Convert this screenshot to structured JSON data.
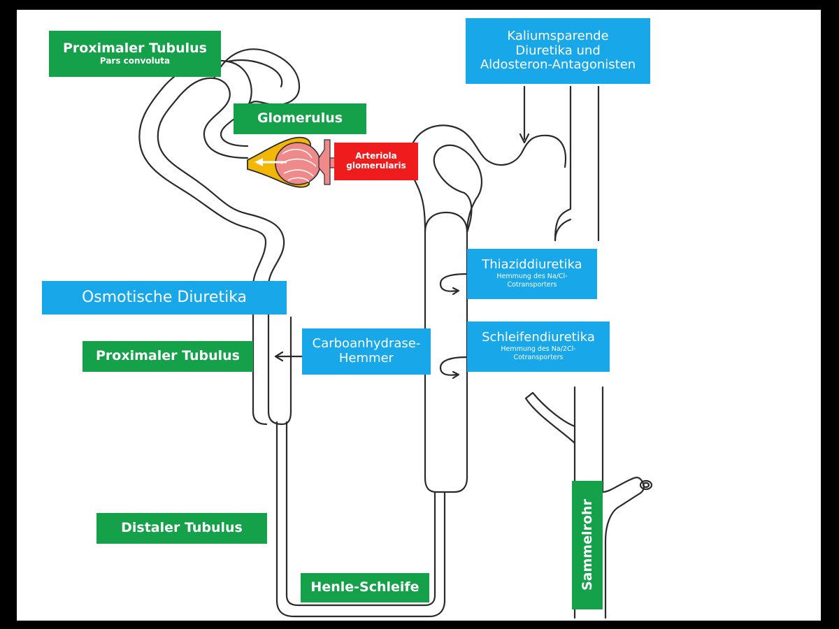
{
  "labels": {
    "proximal_top_title": "Proximaler Tubulus",
    "proximal_top_sub": "Pars convoluta",
    "glomerulus": "Glomerulus",
    "arteriola_line1": "Arteriola",
    "arteriola_line2": "glomerularis",
    "osmotische": "Osmotische Diuretika",
    "proximal_mid": "Proximaler Tubulus",
    "distal": "Distaler Tubulus",
    "henle": "Henle-Schleife",
    "sammelrohr": "Sammelrohr",
    "kalium_line1": "Kaliumsparende",
    "kalium_line2": "Diuretika und",
    "kalium_line3": "Aldosteron-Antagonisten",
    "thiazid_title": "Thiaziddiuretika",
    "thiazid_sub1": "Hemmung des Na/Cl-",
    "thiazid_sub2": "Cotransporters",
    "schleifen_title": "Schleifendiuretika",
    "schleifen_sub1": "Hemmung des Na/2Cl-",
    "schleifen_sub2": "Cotransporters",
    "carbo_line1": "Carboanhydrase-",
    "carbo_line2": "Hemmer"
  },
  "colors": {
    "green": "#15a04a",
    "blue": "#18a7e8",
    "red": "#ee1c1c",
    "capsule": "#f2b705",
    "glomerulus_tuft": "#f08a8a",
    "vessel": "#f08a8a",
    "line": "#2a2a2a"
  }
}
